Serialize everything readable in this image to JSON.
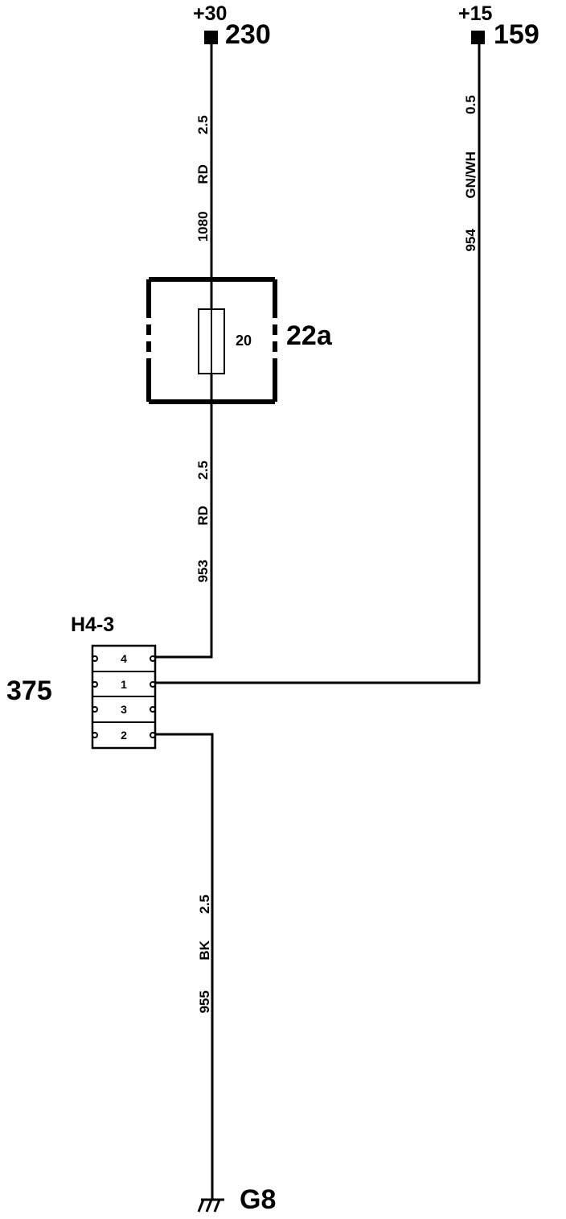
{
  "terminals": {
    "t30": {
      "supply": "+30",
      "number": "230"
    },
    "t15": {
      "supply": "+15",
      "number": "159"
    }
  },
  "fuse": {
    "id": "22a",
    "rating": "20"
  },
  "connector": {
    "id": "H4-3",
    "ref": "375",
    "pins": [
      "4",
      "1",
      "3",
      "2"
    ]
  },
  "wires": {
    "w1080": {
      "number": "1080",
      "color": "RD",
      "gauge": "2.5"
    },
    "w954": {
      "number": "954",
      "color": "GN/WH",
      "gauge": "0.5"
    },
    "w953": {
      "number": "953",
      "color": "RD",
      "gauge": "2.5"
    },
    "w955": {
      "number": "955",
      "color": "BK",
      "gauge": "2.5"
    }
  },
  "ground": {
    "id": "G8"
  }
}
